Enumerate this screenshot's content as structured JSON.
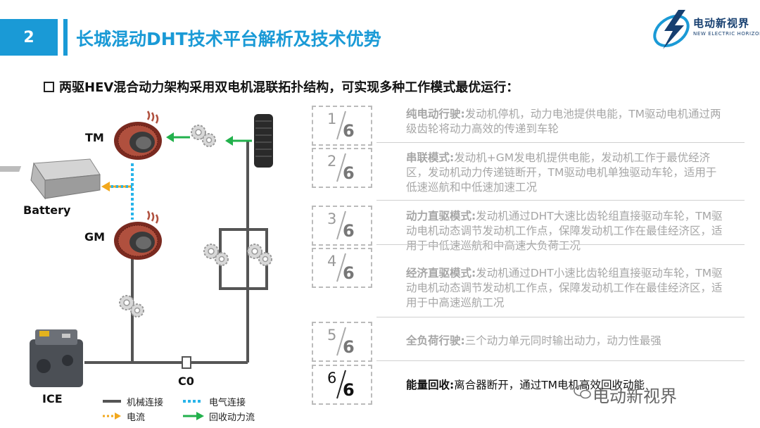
{
  "header": {
    "section_number": "2",
    "title": "长城混动DHT技术平台解析及技术优势",
    "logo_cn": "电动新视界",
    "logo_en": "NEW ELECTRIC HORIZON"
  },
  "subtitle": "两驱HEV混合动力架构采用双电机混联拓扑结构，可实现多种工作模式最优运行：",
  "diagram": {
    "labels": {
      "tm": "TM",
      "battery": "Battery",
      "gm": "GM",
      "ice": "ICE",
      "c0": "C0"
    },
    "legend": {
      "mechanical": "机械连接",
      "electrical": "电气连接",
      "current": "电流",
      "recovery": "回收动力流"
    },
    "colors": {
      "mechanical": "#555555",
      "electrical": "#28b4ea",
      "current": "#f2a81d",
      "recovery": "#22b14c",
      "accent": "#1a9ad6"
    }
  },
  "modes": [
    {
      "num": "1",
      "den": "6",
      "name": "纯电动行驶:",
      "desc": "发动机停机，动力电池提供电能，TM驱动电机通过两级齿轮将动力高效的传递到车轮",
      "active": false
    },
    {
      "num": "2",
      "den": "6",
      "name": "串联模式:",
      "desc": "发动机+GM发电机提供电能，发动机工作于最优经济区，发动机动力传递链断开，TM驱动电机单独驱动车轮，适用于低速巡航和中低速加速工况",
      "active": false
    },
    {
      "num": "3",
      "den": "6",
      "name": "动力直驱模式:",
      "desc": "发动机通过DHT大速比齿轮组直接驱动车轮，TM驱动电机动态调节发动机工作点，保障发动机工作在最佳经济区，适用于中低速巡航和中高速大负荷工况",
      "active": false
    },
    {
      "num": "4",
      "den": "6",
      "name": "经济直驱模式:",
      "desc": "发动机通过DHT小速比齿轮组直接驱动车轮，TM驱动电机动态调节发动机工作点，保障发动机工作在最佳经济区，适用于中高速巡航工况",
      "active": false
    },
    {
      "num": "5",
      "den": "6",
      "name": "全负荷行驶:",
      "desc": "三个动力单元同时输出动力，动力性最强",
      "active": false
    },
    {
      "num": "6",
      "den": "6",
      "name": "能量回收:",
      "desc": "离合器断开，通过TM电机高效回收动能",
      "active": true
    }
  ],
  "watermark": "电动新视界"
}
